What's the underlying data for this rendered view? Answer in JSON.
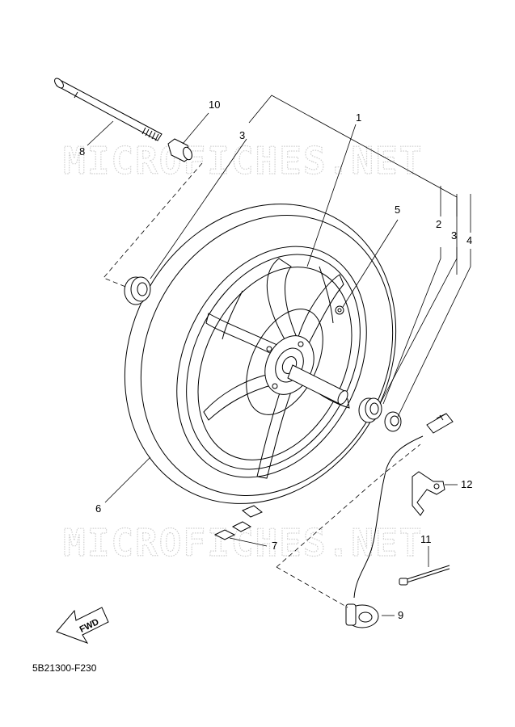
{
  "diagram": {
    "ref_code": "5B21300-F230",
    "watermark": "MICROFICHES.NET",
    "fwd_label": "FWD",
    "callouts": [
      "1",
      "2",
      "3",
      "3",
      "4",
      "5",
      "6",
      "7",
      "8",
      "9",
      "10",
      "11",
      "12"
    ]
  }
}
